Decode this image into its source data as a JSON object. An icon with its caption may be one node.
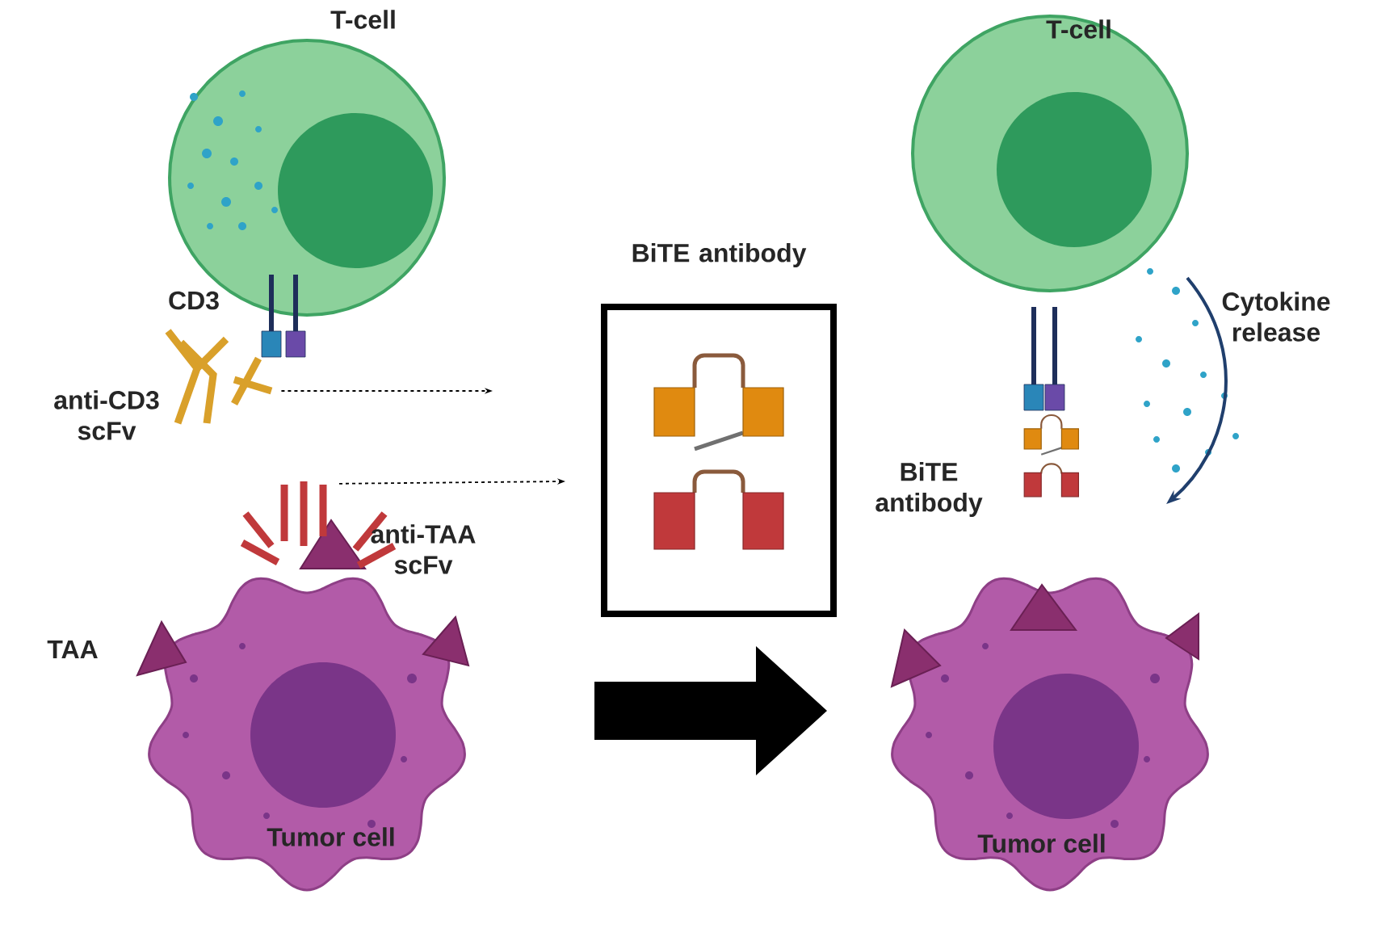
{
  "diagram": {
    "nodes": [
      {
        "text": [
          "T-cell"
        ]
      },
      {
        "text": [
          "T-cell"
        ]
      },
      {
        "text": [
          "BiTE antibody"
        ]
      },
      {
        "text": [
          "anti-CD3 scFv"
        ]
      },
      {
        "text": [
          "anti-TAA scFv"
        ]
      },
      {
        "text": [
          "Tumor cell"
        ]
      },
      {
        "text": [
          "Tumor cell"
        ]
      }
    ],
    "edges": [
      {
        "from": 3,
        "to": null,
        "arrow": "to",
        "style": "dashed"
      },
      {
        "from": 4,
        "to": 2,
        "arrow": "to",
        "style": "dashed"
      }
    ],
    "labels": [
      "CD3",
      "Cytokine release",
      "BiTE antibody",
      "TAA"
    ]
  }
}
